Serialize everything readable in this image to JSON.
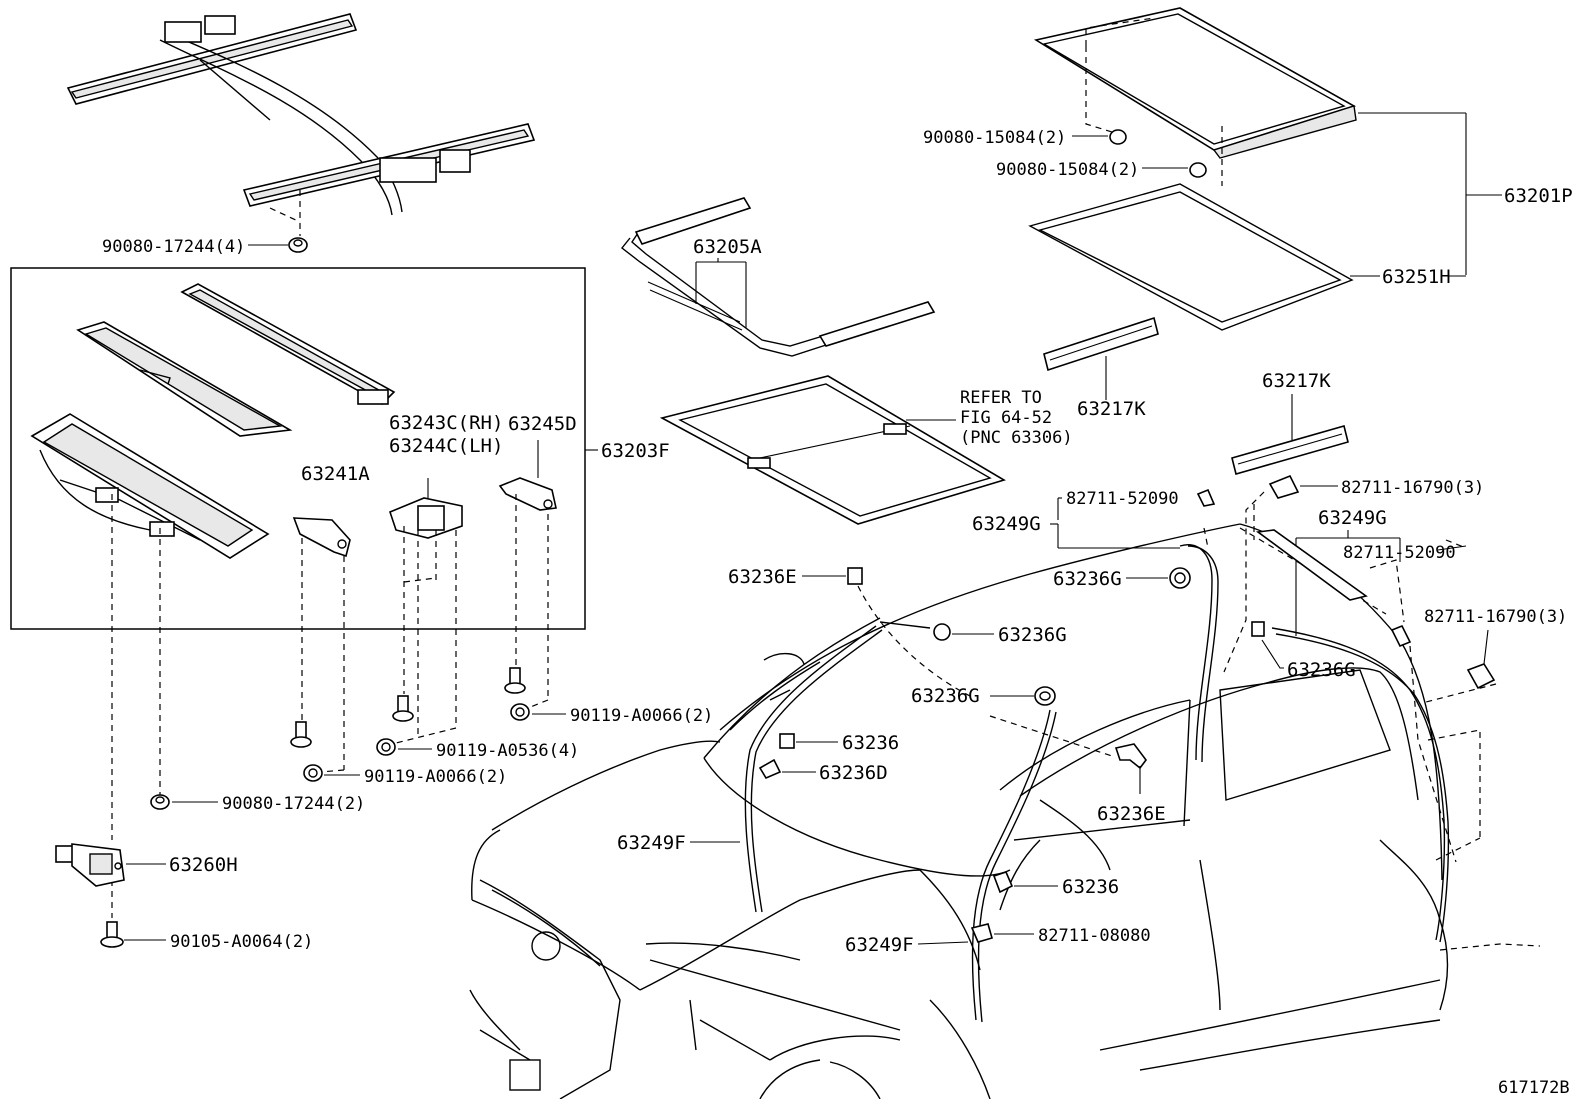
{
  "figure_id": "617172B",
  "refer_note": [
    "REFER TO",
    "FIG 64-52",
    "(PNC 63306)"
  ],
  "labels": {
    "p90080_17244_4": "90080-17244(4)",
    "p63203F": "63203F",
    "p63243C": "63243C(RH)",
    "p63244C": "63244C(LH)",
    "p63245D": "63245D",
    "p63241A": "63241A",
    "p90119_A0066_a": "90119-A0066(2)",
    "p90119_A0536_4": "90119-A0536(4)",
    "p90119_A0066_b": "90119-A0066(2)",
    "p90080_17244_2": "90080-17244(2)",
    "p63260H": "63260H",
    "p90105_A0064_2": "90105-A0064(2)",
    "p63205A": "63205A",
    "p90080_15084_a": "90080-15084(2)",
    "p90080_15084_b": "90080-15084(2)",
    "p63201P": "63201P",
    "p63251H": "63251H",
    "p63217K_a": "63217K",
    "p63217K_b": "63217K",
    "p82711_52090_a": "82711-52090",
    "p82711_16790_a": "82711-16790(3)",
    "p63249G_a": "63249G",
    "p63249G_b": "63249G",
    "p82711_52090_b": "82711-52090",
    "p82711_16790_b": "82711-16790(3)",
    "p63236E_a": "63236E",
    "p63236G_a": "63236G",
    "p63236G_b": "63236G",
    "p63236G_c": "63236G",
    "p63236G_d": "63236G",
    "p63236_a": "63236",
    "p63236D": "63236D",
    "p63236E_b": "63236E",
    "p63249F_a": "63249F",
    "p63236_b": "63236",
    "p63249F_b": "63249F",
    "p82711_08080": "82711-08080"
  }
}
